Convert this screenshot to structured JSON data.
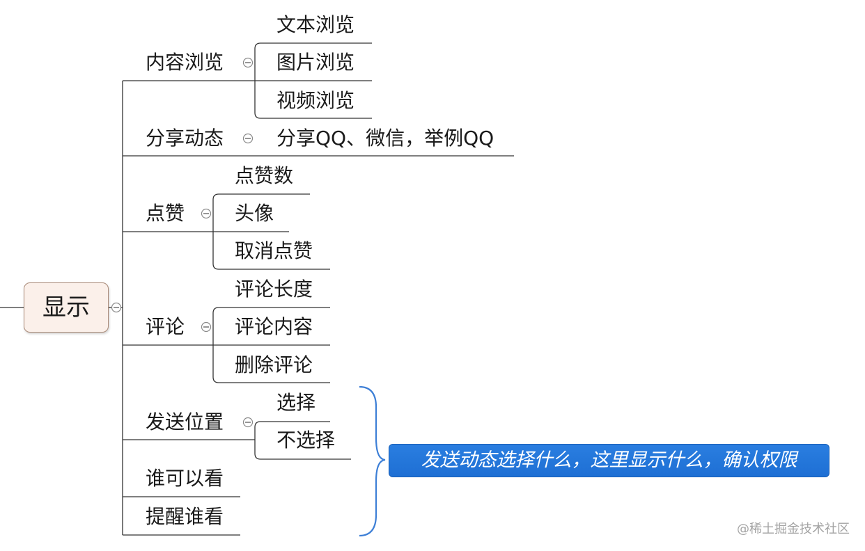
{
  "root": {
    "label": "显示"
  },
  "branches": [
    {
      "label": "内容浏览",
      "children": [
        "文本浏览",
        "图片浏览",
        "视频浏览"
      ]
    },
    {
      "label": "分享动态",
      "children": [
        "分享QQ、微信，举例QQ"
      ]
    },
    {
      "label": "点赞",
      "children": [
        "点赞数",
        "头像",
        "取消点赞"
      ]
    },
    {
      "label": "评论",
      "children": [
        "评论长度",
        "评论内容",
        "删除评论"
      ]
    },
    {
      "label": "发送位置",
      "children": [
        "选择",
        "不选择"
      ]
    },
    {
      "label": "谁可以看",
      "children": []
    },
    {
      "label": "提醒谁看",
      "children": []
    }
  ],
  "callout": {
    "text": "发送动态选择什么，这里显示什么，确认权限"
  },
  "watermark": {
    "text": "@稀土掘金技术社区"
  },
  "colors": {
    "line": "#333333",
    "root_fill": "#fbf0ea",
    "root_border": "#a98a78",
    "callout_fill": "#1e6fd4",
    "brace": "#3d7fd6",
    "watermark": "#a3a3a3"
  }
}
